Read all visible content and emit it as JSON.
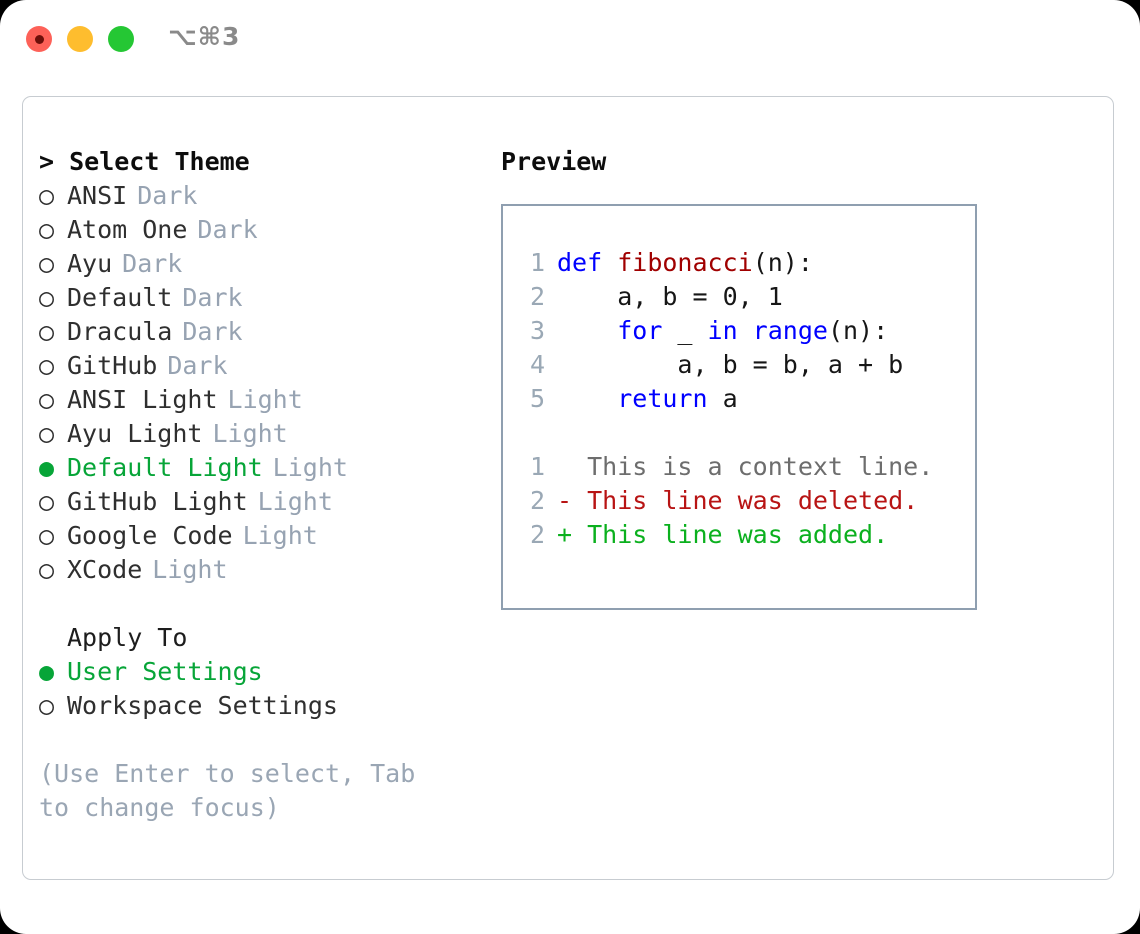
{
  "titlebar": {
    "shortcut": "⌥⌘3",
    "buttons": [
      {
        "name": "close",
        "color": "#fd6158"
      },
      {
        "name": "minimize",
        "color": "#febd2e"
      },
      {
        "name": "maximize",
        "color": "#25c734"
      }
    ]
  },
  "theme_list": {
    "header": "> Select Theme",
    "marker_selected": "●",
    "marker_unselected": "○",
    "items": [
      {
        "label": "ANSI",
        "tag": "Dark",
        "selected": false
      },
      {
        "label": "Atom One",
        "tag": "Dark",
        "selected": false
      },
      {
        "label": "Ayu",
        "tag": "Dark",
        "selected": false
      },
      {
        "label": "Default",
        "tag": "Dark",
        "selected": false
      },
      {
        "label": "Dracula",
        "tag": "Dark",
        "selected": false
      },
      {
        "label": "GitHub",
        "tag": "Dark",
        "selected": false
      },
      {
        "label": "ANSI Light",
        "tag": "Light",
        "selected": false
      },
      {
        "label": "Ayu Light",
        "tag": "Light",
        "selected": false
      },
      {
        "label": "Default Light",
        "tag": "Light",
        "selected": true
      },
      {
        "label": "GitHub Light",
        "tag": "Light",
        "selected": false
      },
      {
        "label": "Google Code",
        "tag": "Light",
        "selected": false
      },
      {
        "label": "XCode",
        "tag": "Light",
        "selected": false
      }
    ]
  },
  "apply_to": {
    "header": "Apply To",
    "items": [
      {
        "label": "User Settings",
        "selected": true
      },
      {
        "label": "Workspace Settings",
        "selected": false
      }
    ]
  },
  "hint": "(Use Enter to select, Tab to change focus)",
  "preview": {
    "header": "Preview",
    "code_lines": [
      {
        "num": "1",
        "tokens": [
          {
            "text": "def ",
            "type": "kw"
          },
          {
            "text": "fibonacci",
            "type": "fn"
          },
          {
            "text": "(n):",
            "type": "plain"
          }
        ]
      },
      {
        "num": "2",
        "tokens": [
          {
            "text": "    a, b = 0, 1",
            "type": "plain"
          }
        ]
      },
      {
        "num": "3",
        "tokens": [
          {
            "text": "    ",
            "type": "plain"
          },
          {
            "text": "for",
            "type": "kw"
          },
          {
            "text": " _ ",
            "type": "plain"
          },
          {
            "text": "in range",
            "type": "kw"
          },
          {
            "text": "(n):",
            "type": "plain"
          }
        ]
      },
      {
        "num": "4",
        "tokens": [
          {
            "text": "        a, b = b, a + b",
            "type": "plain"
          }
        ]
      },
      {
        "num": "5",
        "tokens": [
          {
            "text": "    ",
            "type": "plain"
          },
          {
            "text": "return",
            "type": "kw"
          },
          {
            "text": " a",
            "type": "plain"
          }
        ]
      }
    ],
    "diff_lines": [
      {
        "num": "1",
        "text": "  This is a context line.",
        "type": "ctx"
      },
      {
        "num": "2",
        "text": "- This line was deleted.",
        "type": "del"
      },
      {
        "num": "2",
        "text": "+ This line was added.",
        "type": "add"
      }
    ]
  },
  "colors": {
    "accent_green": "#07a538",
    "keyword_blue": "#0000ff",
    "function_red": "#a00000",
    "diff_delete": "#b81414",
    "diff_add": "#0bb01e",
    "muted": "#97a3b2",
    "line_number": "#9aa8b5",
    "panel_border": "#c7ccd1",
    "preview_border": "#8f9fb0"
  }
}
